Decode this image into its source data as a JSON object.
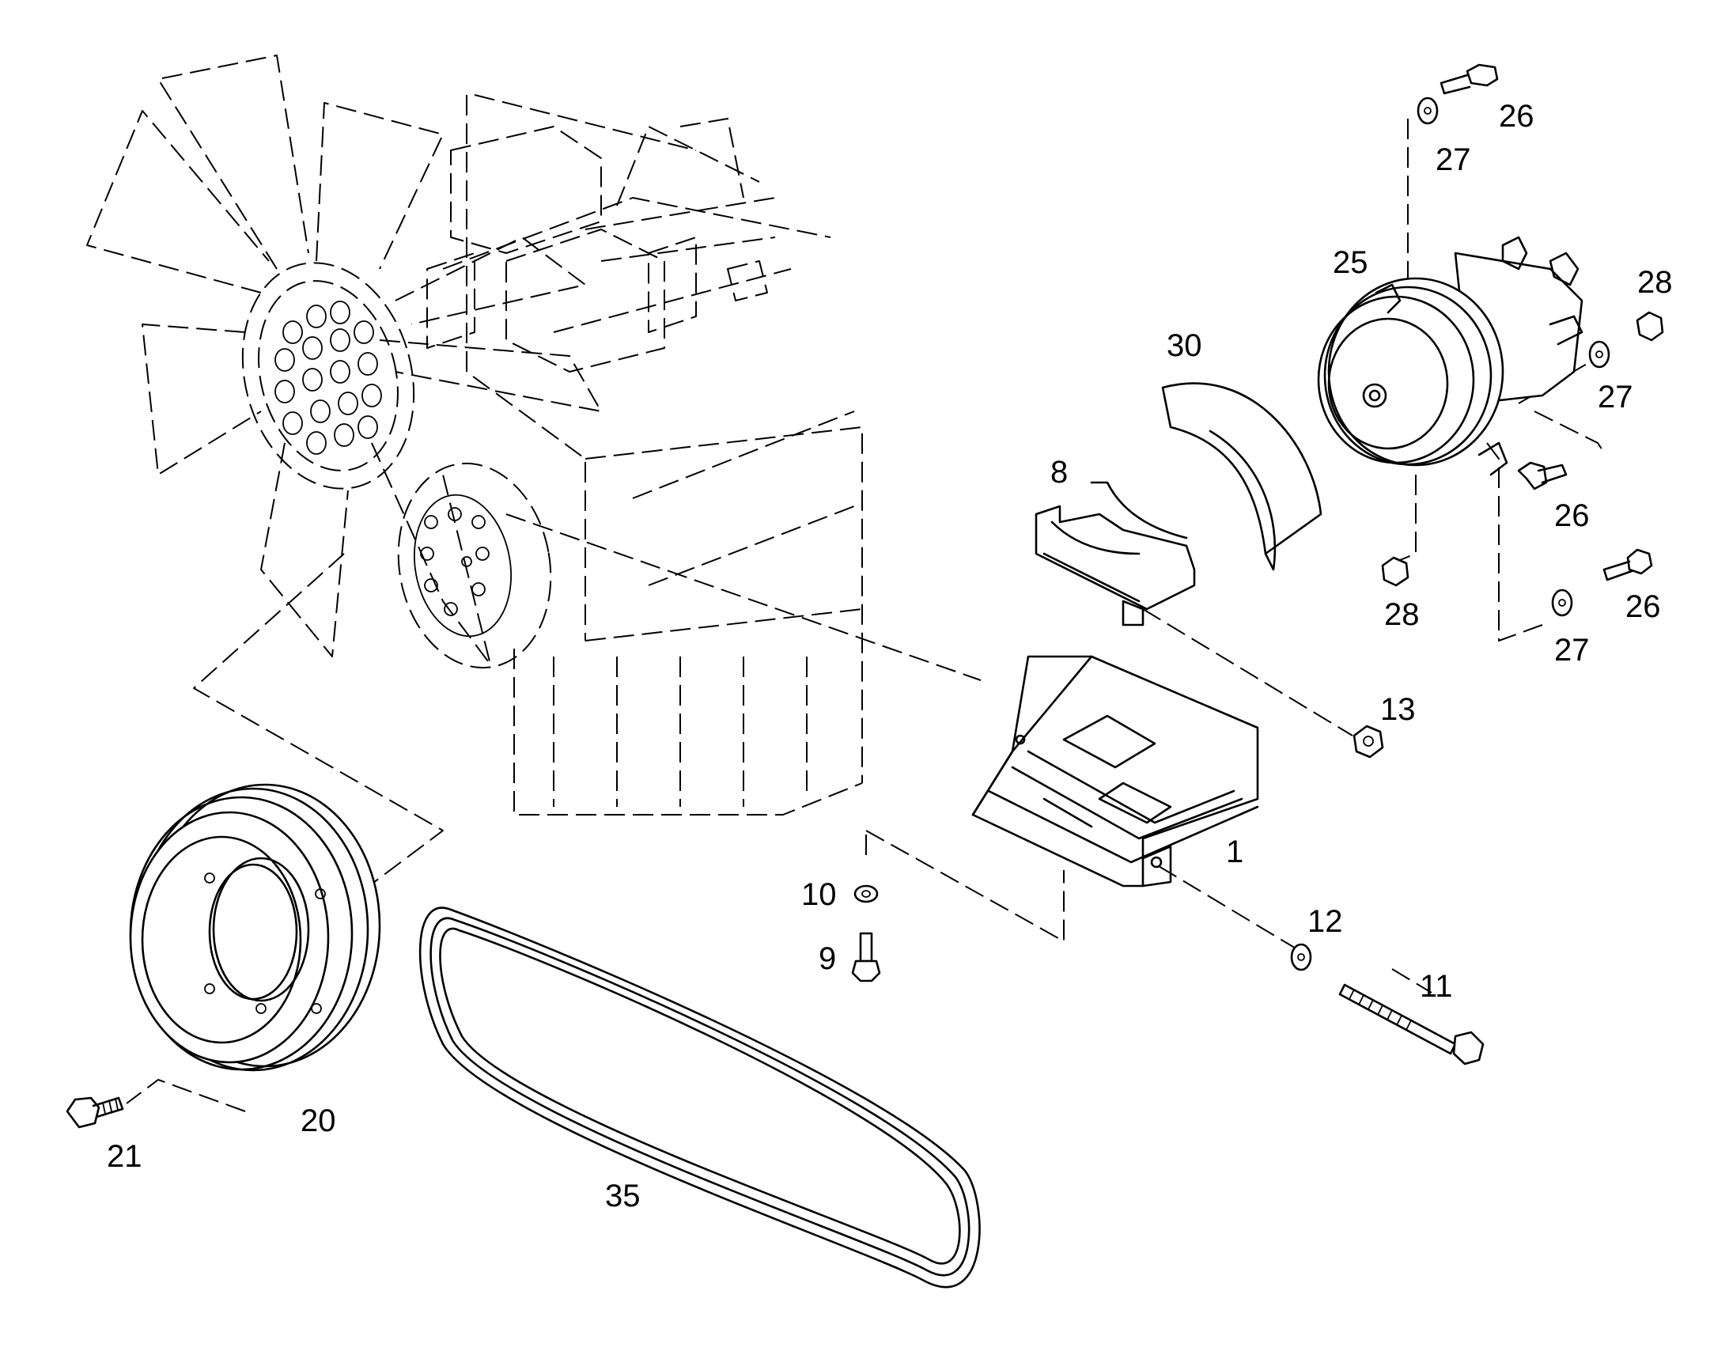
{
  "callouts": [
    {
      "id": "1",
      "label": "1"
    },
    {
      "id": "8",
      "label": "8"
    },
    {
      "id": "9",
      "label": "9"
    },
    {
      "id": "10",
      "label": "10"
    },
    {
      "id": "11",
      "label": "11"
    },
    {
      "id": "12",
      "label": "12"
    },
    {
      "id": "13",
      "label": "13"
    },
    {
      "id": "20",
      "label": "20"
    },
    {
      "id": "21",
      "label": "21"
    },
    {
      "id": "25",
      "label": "25"
    },
    {
      "id": "26a",
      "label": "26"
    },
    {
      "id": "26b",
      "label": "26"
    },
    {
      "id": "26c",
      "label": "26"
    },
    {
      "id": "27a",
      "label": "27"
    },
    {
      "id": "27b",
      "label": "27"
    },
    {
      "id": "27c",
      "label": "27"
    },
    {
      "id": "28a",
      "label": "28"
    },
    {
      "id": "28b",
      "label": "28"
    },
    {
      "id": "30",
      "label": "30"
    },
    {
      "id": "35",
      "label": "35"
    }
  ]
}
